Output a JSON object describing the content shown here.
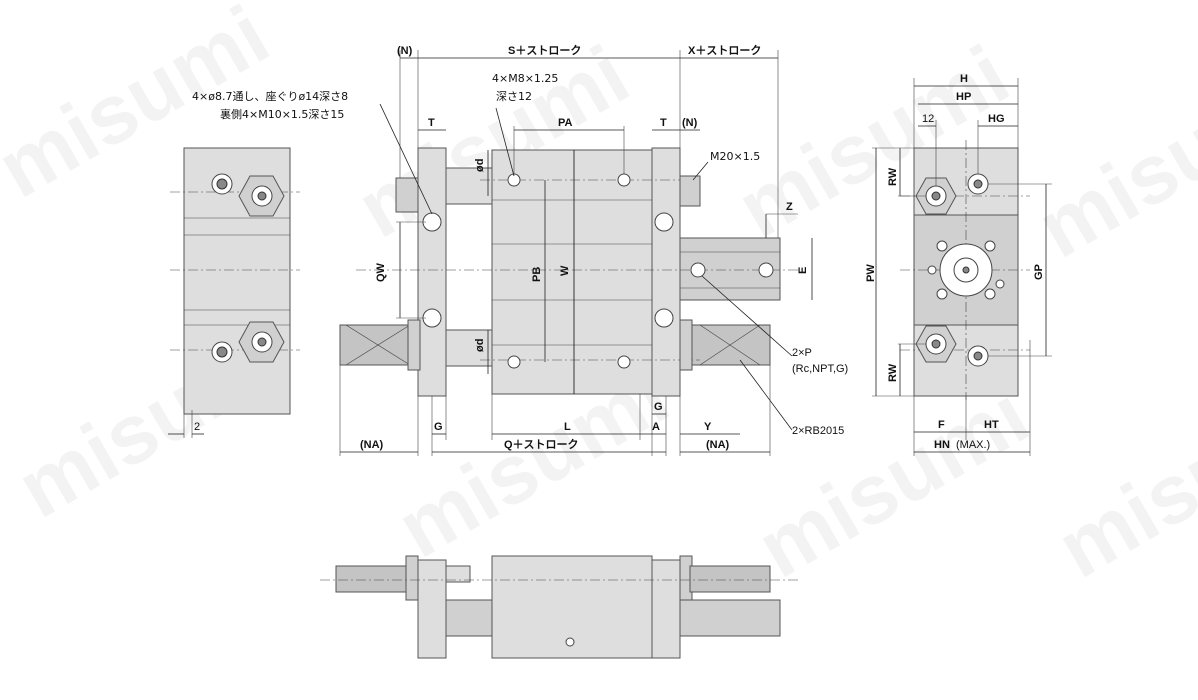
{
  "watermark": "misumi",
  "labels": {
    "n_top_left": "(N)",
    "s_stroke": "S＋ストローク",
    "x_stroke": "X＋ストローク",
    "m8": "4×M8×1.25",
    "depth12": "深さ12",
    "hole_note_1": "4×ø8.7通し、座ぐりø14深さ8",
    "hole_note_2": "裏側4×M10×1.5深さ15",
    "t_left": "T",
    "pa": "PA",
    "t_right": "T",
    "n_right": "(N)",
    "m20": "M20×1.5",
    "od_top": "ød",
    "od_bottom": "ød",
    "z": "Z",
    "qw": "QW",
    "pb": "PB",
    "w": "W",
    "e": "E",
    "p_port": "2×P",
    "p_port_sub": "(Rc,NPT,G)",
    "rb": "2×RB2015",
    "g_left": "G",
    "l": "L",
    "g_right": "G",
    "a": "A",
    "y": "Y",
    "na_left": "(NA)",
    "q_stroke": "Q＋ストローク",
    "na_right": "(NA)",
    "left_2": "2",
    "h": "H",
    "hp": "HP",
    "twelve": "12",
    "hg": "HG",
    "rw_top": "RW",
    "pw": "PW",
    "gp": "GP",
    "rw_bottom": "RW",
    "f": "F",
    "ht": "HT",
    "hn": "HN",
    "hn_max": "(MAX.)"
  }
}
